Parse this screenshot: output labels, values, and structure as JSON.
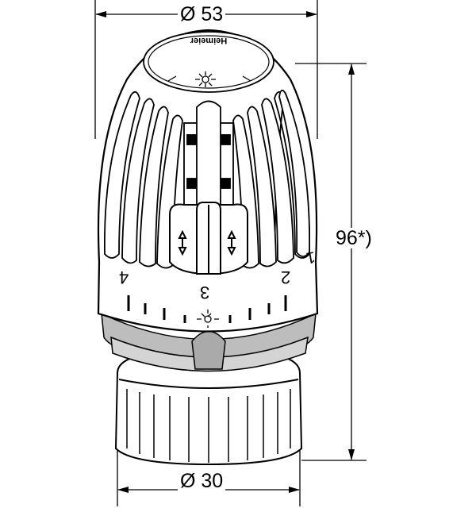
{
  "drawing": {
    "brand": "Heimeier",
    "dimensions": {
      "top_diameter": "Ø 53",
      "height": "96*)",
      "bottom_diameter": "Ø 30"
    },
    "scale_numbers": [
      "4",
      "3",
      "2",
      "1"
    ],
    "colors": {
      "line": "#000000",
      "ring": "#bdbdbd",
      "background": "#ffffff"
    }
  }
}
